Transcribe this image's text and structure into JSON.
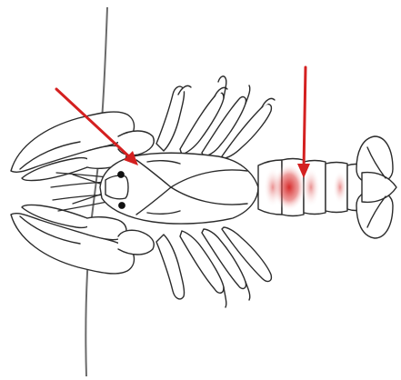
{
  "diagram": {
    "subject": "crayfish-dorsal-view",
    "colors": {
      "outline": "#2b2b2b",
      "line": "#6b6b6b",
      "arrow": "#d42020",
      "highlight": "#d42020",
      "background": "#ffffff"
    },
    "arrows": [
      {
        "name": "arrow-to-eye",
        "target": "eye"
      },
      {
        "name": "arrow-to-abdomen",
        "target": "abdomen-segment"
      }
    ]
  }
}
